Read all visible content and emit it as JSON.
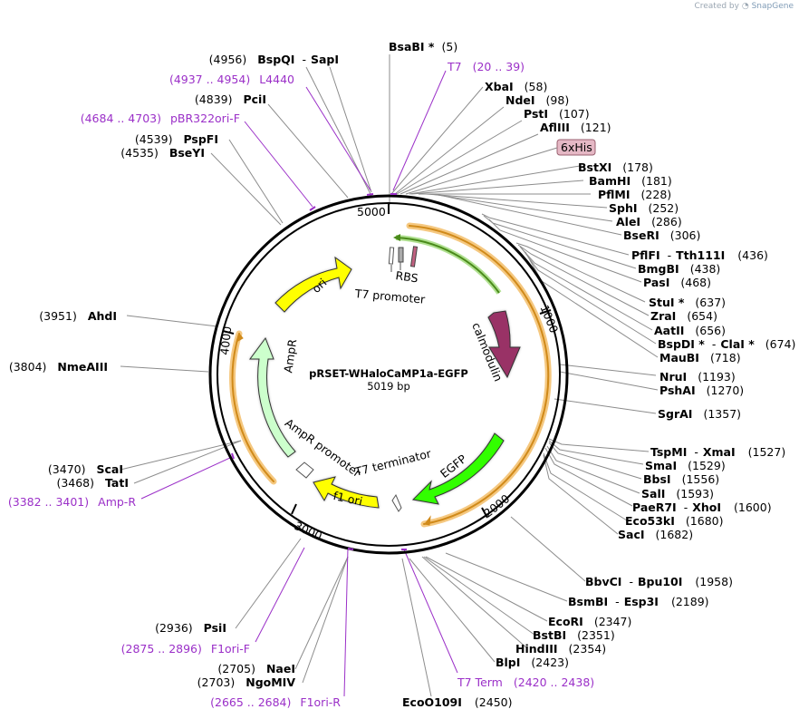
{
  "credit": {
    "prefix": "Created by",
    "brand": "SnapGene"
  },
  "plasmid": {
    "name": "pRSET-WHaloCaMP1a-EGFP",
    "size": "5019 bp"
  },
  "ticks": [
    "5000",
    "1000",
    "2000",
    "3000",
    "4000"
  ],
  "enzymes": {
    "bsabi": {
      "name": "BsaBI *",
      "pos": "(5)"
    },
    "xbai": {
      "name": "XbaI",
      "pos": "(58)"
    },
    "ndei": {
      "name": "NdeI",
      "pos": "(98)"
    },
    "psti": {
      "name": "PstI",
      "pos": "(107)"
    },
    "afliii": {
      "name": "AflIII",
      "pos": "(121)"
    },
    "bstxi": {
      "name": "BstXI",
      "pos": "(178)"
    },
    "bamhi": {
      "name": "BamHI",
      "pos": "(181)"
    },
    "pflmi": {
      "name": "PflMI",
      "pos": "(228)"
    },
    "sphi": {
      "name": "SphI",
      "pos": "(252)"
    },
    "alei": {
      "name": "AleI",
      "pos": "(286)"
    },
    "beseri": {
      "name": "BseRI",
      "pos": "(306)"
    },
    "pflfi": {
      "name": "PflFI",
      "sep": "-",
      "name2": "Tth111I",
      "pos": "(436)"
    },
    "bmgbi": {
      "name": "BmgBI",
      "pos": "(438)"
    },
    "pasi": {
      "name": "PasI",
      "pos": "(468)"
    },
    "stui": {
      "name": "StuI *",
      "pos": "(637)"
    },
    "zrai": {
      "name": "ZraI",
      "pos": "(654)"
    },
    "aatii": {
      "name": "AatII",
      "pos": "(656)"
    },
    "bspdi": {
      "name": "BspDI *",
      "sep": "-",
      "name2": "ClaI *",
      "pos": "(674)"
    },
    "maubi": {
      "name": "MauBI",
      "pos": "(718)"
    },
    "nrui": {
      "name": "NruI",
      "pos": "(1193)"
    },
    "pshai": {
      "name": "PshAI",
      "pos": "(1270)"
    },
    "sgrai": {
      "name": "SgrAI",
      "pos": "(1357)"
    },
    "tspmi": {
      "name": "TspMI",
      "sep": "-",
      "name2": "XmaI",
      "pos": "(1527)"
    },
    "smai": {
      "name": "SmaI",
      "pos": "(1529)"
    },
    "bbsi": {
      "name": "BbsI",
      "pos": "(1556)"
    },
    "sali": {
      "name": "SalI",
      "pos": "(1593)"
    },
    "paer7i": {
      "name": "PaeR7I",
      "sep": "-",
      "name2": "XhoI",
      "pos": "(1600)"
    },
    "eco53ki": {
      "name": "Eco53kI",
      "pos": "(1680)"
    },
    "saci": {
      "name": "SacI",
      "pos": "(1682)"
    },
    "bbvci": {
      "name": "BbvCI",
      "sep": "-",
      "name2": "Bpu10I",
      "pos": "(1958)"
    },
    "bsmbi": {
      "name": "BsmBI",
      "sep": "-",
      "name2": "Esp3I",
      "pos": "(2189)"
    },
    "ecori": {
      "name": "EcoRI",
      "pos": "(2347)"
    },
    "bstbi": {
      "name": "BstBI",
      "pos": "(2351)"
    },
    "hindiii": {
      "name": "HindIII",
      "pos": "(2354)"
    },
    "blpi": {
      "name": "BlpI",
      "pos": "(2423)"
    },
    "ecoo109i": {
      "name": "EcoO109I",
      "pos": "(2450)"
    },
    "naei": {
      "name": "NaeI",
      "pos": "(2705)"
    },
    "ngomiv": {
      "name": "NgoMIV",
      "pos": "(2703)"
    },
    "psii": {
      "name": "PsiI",
      "pos": "(2936)"
    },
    "scai": {
      "name": "ScaI",
      "pos": "(3470)"
    },
    "tati": {
      "name": "TatI",
      "pos": "(3468)"
    },
    "nmeaiii": {
      "name": "NmeAIII",
      "pos": "(3804)"
    },
    "ahdi": {
      "name": "AhdI",
      "pos": "(3951)"
    },
    "bseyi": {
      "name": "BseYI",
      "pos": "(4535)"
    },
    "pspfi": {
      "name": "PspFI",
      "pos": "(4539)"
    },
    "pcii": {
      "name": "PciI",
      "pos": "(4839)"
    },
    "bspqi": {
      "name": "BspQI",
      "sep": "-",
      "name2": "SapI",
      "pos": "(4956)"
    }
  },
  "primers": {
    "t7": {
      "name": "T7",
      "range": "(20 .. 39)"
    },
    "l4440": {
      "name": "L4440",
      "range": "(4937 .. 4954)"
    },
    "pbr322": {
      "name": "pBR322ori-F",
      "range": "(4684 .. 4703)"
    },
    "ampr": {
      "name": "Amp-R",
      "range": "(3382 .. 3401)"
    },
    "f1orif": {
      "name": "F1ori-F",
      "range": "(2875 .. 2896)"
    },
    "f1orir": {
      "name": "F1ori-R",
      "range": "(2665 .. 2684)"
    },
    "t7term": {
      "name": "T7 Term",
      "range": "(2420 .. 2438)"
    }
  },
  "features": {
    "his": "6xHis",
    "rbs": "RBS",
    "t7prom": "T7 promoter",
    "calmodulin": "calmodulin",
    "egfp": "EGFP",
    "t7term": "T7 terminator",
    "f1ori": "f1 ori",
    "amprprom": "AmpR promoter",
    "ampr": "AmpR",
    "ori": "ori"
  },
  "colors": {
    "ori": "#ffff00",
    "f1ori": "#ffff00",
    "ampr": "#ccffcc",
    "egfp": "#33ff00",
    "calmodulin": "#993366",
    "orf": "#f0b050",
    "primer": "#9b30c8",
    "his_box": "#e5b8c5"
  }
}
